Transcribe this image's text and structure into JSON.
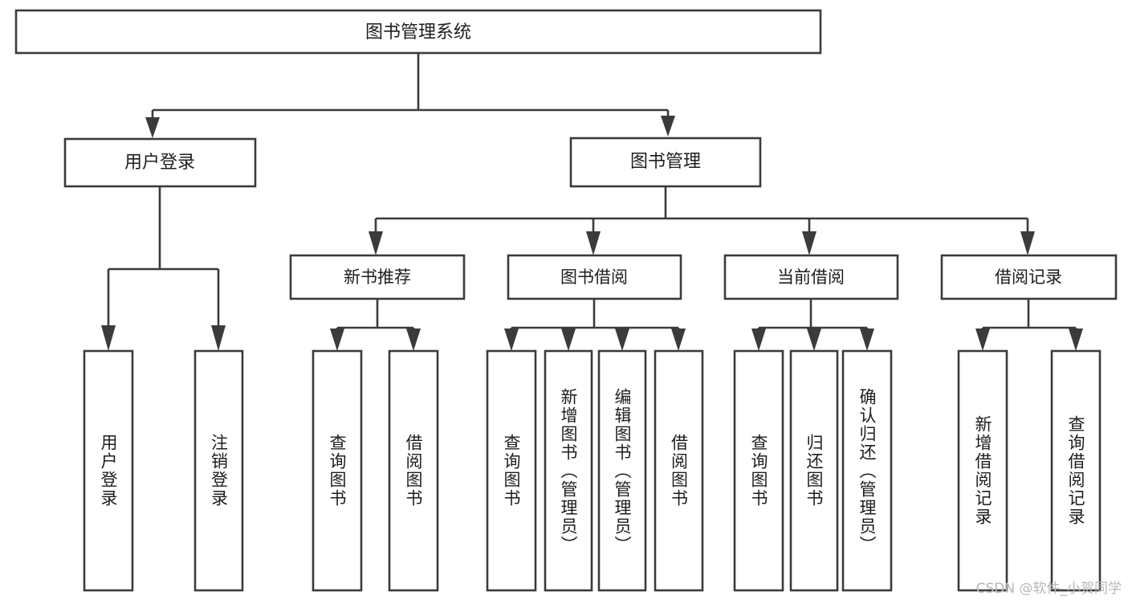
{
  "diagram": {
    "title": "图书管理系统",
    "type": "tree",
    "watermark": "CSDN @软件_小贺同学",
    "colors": {
      "box_stroke": "#3b3b3b",
      "box_fill": "#ffffff",
      "text": "#1d1d1d",
      "background": "#ffffff",
      "watermark": "#b8b8b8"
    },
    "nodes": {
      "root": {
        "label": "图书管理系统",
        "level": 0
      },
      "n_user_login": {
        "label": "用户登录",
        "level": 1
      },
      "n_book_manage": {
        "label": "图书管理",
        "level": 1
      },
      "n_new_book_rec": {
        "label": "新书推荐",
        "level": 2
      },
      "n_book_borrow": {
        "label": "图书借阅",
        "level": 2
      },
      "n_current_borrow": {
        "label": "当前借阅",
        "level": 2
      },
      "n_borrow_record": {
        "label": "借阅记录",
        "level": 2
      },
      "l_user_login": {
        "label": "用户登录",
        "level": 3
      },
      "l_logout": {
        "label": "注销登录",
        "level": 3
      },
      "l_query_book_1": {
        "label": "查询图书",
        "level": 3
      },
      "l_borrow_book_1": {
        "label": "借阅图书",
        "level": 3
      },
      "l_query_book_2": {
        "label": "查询图书",
        "level": 3
      },
      "l_add_book": {
        "label": "新增图书（管理员）",
        "level": 3
      },
      "l_edit_book": {
        "label": "编辑图书（管理员）",
        "level": 3
      },
      "l_borrow_book_2": {
        "label": "借阅图书",
        "level": 3
      },
      "l_query_book_3": {
        "label": "查询图书",
        "level": 3
      },
      "l_return_book": {
        "label": "归还图书",
        "level": 3
      },
      "l_confirm_return": {
        "label": "确认归还（管理员）",
        "level": 3
      },
      "l_add_record": {
        "label": "新增借阅记录",
        "level": 3
      },
      "l_query_record": {
        "label": "查询借阅记录",
        "level": 3
      }
    },
    "edges": [
      {
        "from": "root",
        "to": "n_user_login"
      },
      {
        "from": "root",
        "to": "n_book_manage"
      },
      {
        "from": "n_user_login",
        "to": "l_user_login"
      },
      {
        "from": "n_user_login",
        "to": "l_logout"
      },
      {
        "from": "n_book_manage",
        "to": "n_new_book_rec"
      },
      {
        "from": "n_book_manage",
        "to": "n_book_borrow"
      },
      {
        "from": "n_book_manage",
        "to": "n_current_borrow"
      },
      {
        "from": "n_book_manage",
        "to": "n_borrow_record"
      },
      {
        "from": "n_new_book_rec",
        "to": "l_query_book_1"
      },
      {
        "from": "n_new_book_rec",
        "to": "l_borrow_book_1"
      },
      {
        "from": "n_book_borrow",
        "to": "l_query_book_2"
      },
      {
        "from": "n_book_borrow",
        "to": "l_add_book"
      },
      {
        "from": "n_book_borrow",
        "to": "l_edit_book"
      },
      {
        "from": "n_book_borrow",
        "to": "l_borrow_book_2"
      },
      {
        "from": "n_current_borrow",
        "to": "l_query_book_3"
      },
      {
        "from": "n_current_borrow",
        "to": "l_return_book"
      },
      {
        "from": "n_current_borrow",
        "to": "l_confirm_return"
      },
      {
        "from": "n_borrow_record",
        "to": "l_add_record"
      },
      {
        "from": "n_borrow_record",
        "to": "l_query_record"
      }
    ]
  }
}
